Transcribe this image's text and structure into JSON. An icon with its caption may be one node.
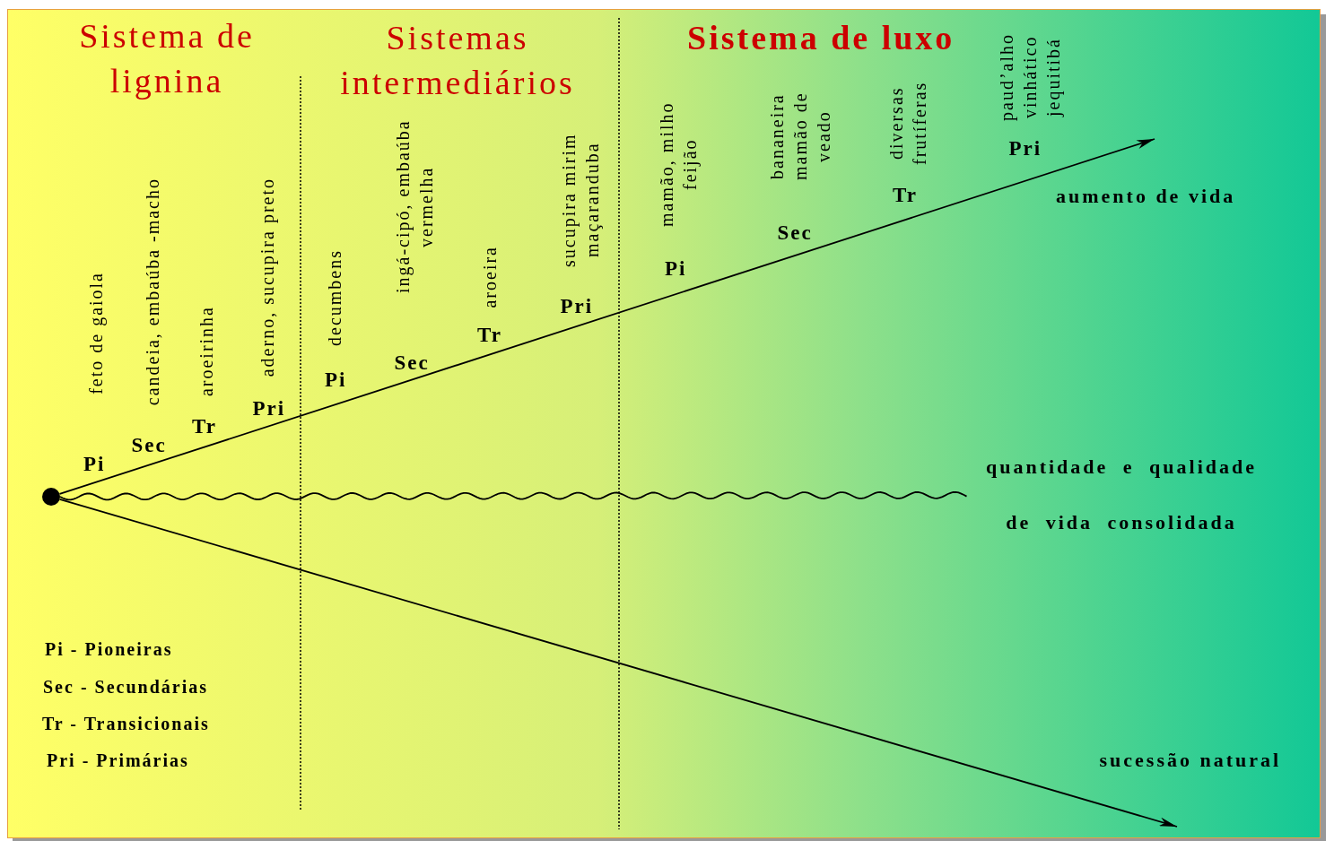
{
  "diagram": {
    "nodes": [
      {
        "text": [],
        "shape": "circle"
      },
      {
        "text": [
          "quantidade e qualidade de vida consolidada"
        ]
      }
    ],
    "edges": [
      {
        "from": 0,
        "to": null,
        "arrow": "to"
      },
      {
        "from": 0,
        "to": 1,
        "arrow": "none"
      },
      {
        "from": 0,
        "to": null,
        "arrow": "to"
      }
    ],
    "labels": [
      "Sistema de lignina",
      "Sistemas intermediários",
      "Sistema de luxo",
      "feto de gaiola",
      "candeia, embaúba -macho",
      "aroeirinha",
      "aderno, sucupira preto",
      "decumbens",
      "ingá-cipó, embaúba vermelha",
      "aroeira",
      "sucupira mirim maçaranduba",
      "mamão, milho feijão",
      "bananeira mamão de veado",
      "diversas frutíferas",
      "paud’alho vinhático jequitibá",
      "Pi",
      "Sec",
      "Tr",
      "Pri",
      "Pi",
      "Sec",
      "Tr",
      "Pri",
      "Pi",
      "Sec",
      "Tr",
      "Pri",
      "aumento de vida",
      "sucessão natural",
      "Pi - Pioneiras",
      "Sec - Secundárias",
      "Tr - Transicionais",
      "Pri - Primárias"
    ]
  }
}
